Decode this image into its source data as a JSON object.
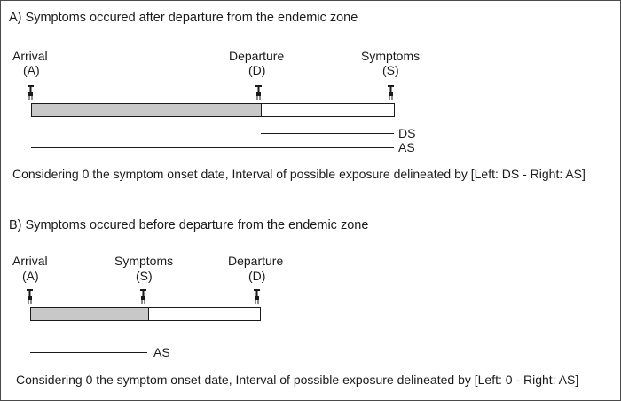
{
  "panel_a": {
    "title": "A) Symptoms occured after departure from the endemic zone",
    "events": [
      {
        "label": "Arrival",
        "code": "(A)"
      },
      {
        "label": "Departure",
        "code": "(D)"
      },
      {
        "label": "Symptoms",
        "code": "(S)"
      }
    ],
    "intervals": [
      {
        "label": "DS"
      },
      {
        "label": "AS"
      }
    ],
    "note": "Considering 0 the symptom onset date, Interval of possible exposure delineated by [Left: DS - Right: AS]"
  },
  "panel_b": {
    "title": "B) Symptoms occured before departure from the endemic zone",
    "events": [
      {
        "label": "Arrival",
        "code": "(A)"
      },
      {
        "label": "Symptoms",
        "code": "(S)"
      },
      {
        "label": "Departure",
        "code": "(D)"
      }
    ],
    "intervals": [
      {
        "label": "AS"
      }
    ],
    "note": "Considering 0 the symptom onset date, Interval of possible exposure delineated by [Left: 0 - Right: AS]"
  },
  "colors": {
    "stay_fill": "#c8c8c8",
    "line": "#1a1a1a",
    "border": "#4a4a4a"
  }
}
